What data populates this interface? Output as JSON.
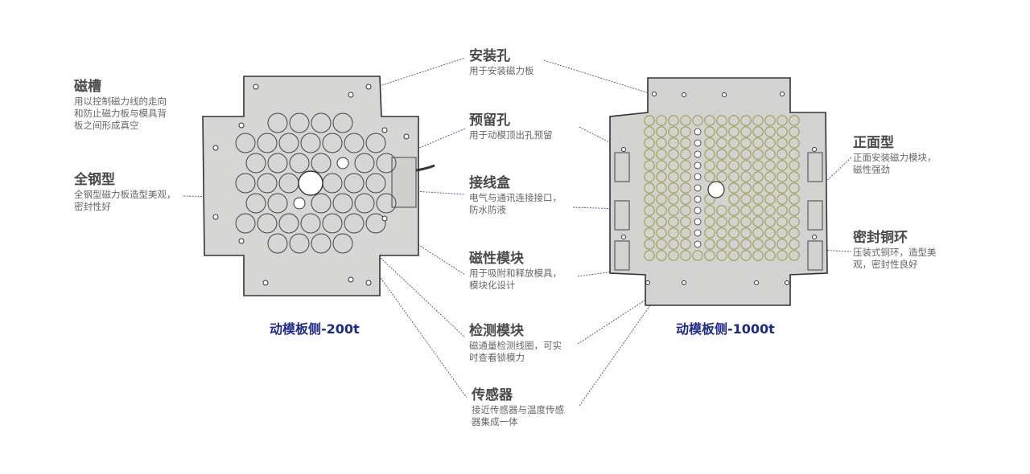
{
  "captions": {
    "left": "动模板侧-200t",
    "right": "动模板侧-1000t"
  },
  "labels": [
    {
      "title": "磁槽",
      "lines": [
        "用以控制磁力线的走向",
        "和防止磁力板与模具背",
        "板之间形成真空"
      ]
    },
    {
      "title": "全钢型",
      "lines": [
        "全钢型磁力板造型美观，",
        "密封性好"
      ]
    },
    {
      "title": "安装孔",
      "lines": [
        "用于安装磁力板"
      ]
    },
    {
      "title": "预留孔",
      "lines": [
        "用于动模顶出孔预留"
      ]
    },
    {
      "title": "接线盒",
      "lines": [
        "电气与通讯连接接口，",
        "防水防液"
      ]
    },
    {
      "title": "磁性模块",
      "lines": [
        "用于吸附和释放模具，",
        "模块化设计"
      ]
    },
    {
      "title": "检测模块",
      "lines": [
        "磁通量检测线圈，可实",
        "时查看锁模力"
      ]
    },
    {
      "title": "传感器",
      "lines": [
        "接近传感器与温度传感",
        "器集成一体"
      ]
    },
    {
      "title": "正面型",
      "lines": [
        "正面安装磁力模块，",
        "磁性强劲"
      ]
    },
    {
      "title": "密封铜环",
      "lines": [
        "压装式铜环，造型美",
        "观，密封性良好"
      ]
    }
  ],
  "colors": {
    "leader": "#3b4f9a",
    "plate": "#d4d4d2",
    "caption": "#1d2a8a",
    "ring": "#a39a4a"
  }
}
